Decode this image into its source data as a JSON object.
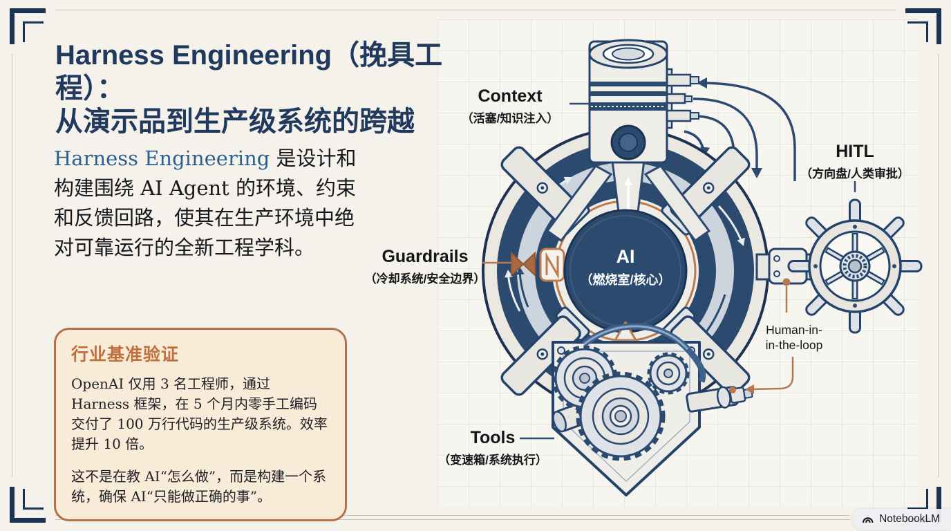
{
  "page": {
    "title_line1": "Harness Engineering（挽具工程）：",
    "title_line2": "从演示品到生产级系统的跨越"
  },
  "intro": {
    "highlight": "Harness Engineering",
    "body": " 是设计和构建围绕 AI Agent 的环境、约束和反馈回路，使其在生产环境中绝对可靠运行的全新工程学科。"
  },
  "callout": {
    "heading": "行业基准验证",
    "para1": "OpenAI 仅用 3 名工程师，通过 Harness 框架，在 5 个月内零手工编码交付了 100 万行代码的生产级系统。效率提升 10 倍。",
    "para2": "这不是在教 AI“怎么做”，而是构建一个系统，确保 AI“只能做正确的事”。"
  },
  "diagram": {
    "context": {
      "en": "Context",
      "zh": "（活塞/知识注入）"
    },
    "hitl": {
      "en": "HITL",
      "zh": "（方向盘/人类审批）"
    },
    "guardrails": {
      "en": "Guardrails",
      "zh": "（冷却系统/安全边界）"
    },
    "tools": {
      "en": "Tools",
      "zh": "（变速箱/系统执行）"
    },
    "ai": {
      "en": "AI",
      "zh": "（燃烧室/核心）"
    },
    "human_loop_line1": "Human-in-",
    "human_loop_line2": "in-the-loop"
  },
  "badge": {
    "label": "NotebookLM"
  },
  "colors": {
    "title_navy": "#20395c",
    "engine_navy": "#2b4a6e",
    "accent_orange": "#bf6f3d",
    "highlight_blue": "#2d5f8e"
  }
}
